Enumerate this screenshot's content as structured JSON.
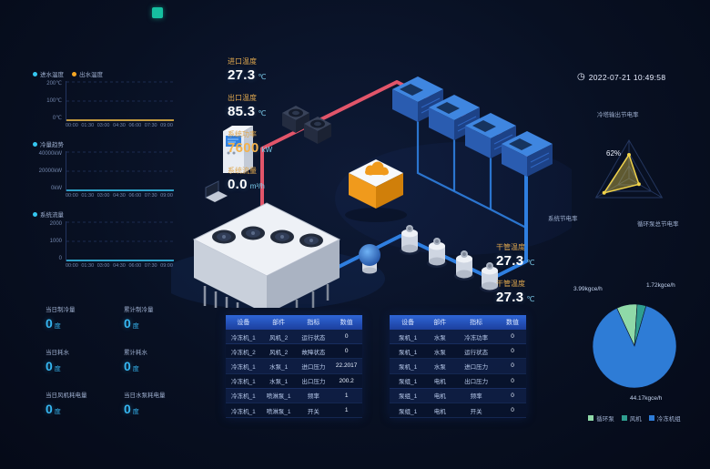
{
  "header": {
    "timestamp": "2022-07-21 10:49:58",
    "clock_icon": "◷"
  },
  "left_charts": [
    {
      "name": "water-temperature",
      "legend": [
        {
          "label": "进水温度",
          "color": "#35c7f0"
        },
        {
          "label": "出水温度",
          "color": "#f5a623"
        }
      ],
      "y_ticks": [
        "200℃",
        "100℃",
        "0℃"
      ],
      "x_ticks": [
        "00:00",
        "01:30",
        "03:00",
        "04:30",
        "06:00",
        "07:30",
        "09:00"
      ],
      "ylim": [
        0,
        200
      ],
      "series": [
        {
          "name": "进水温度",
          "color": "#35c7f0",
          "values": [
            0,
            0,
            0,
            0,
            0,
            0,
            0
          ]
        },
        {
          "name": "出水温度",
          "color": "#f5a623",
          "values": [
            0,
            0,
            0,
            0,
            0,
            0,
            0
          ]
        }
      ]
    },
    {
      "name": "cooling-capacity",
      "legend": [
        {
          "label": "冷量趋势",
          "color": "#35c7f0"
        }
      ],
      "y_ticks": [
        "40000kW",
        "20000kW",
        "0kW"
      ],
      "x_ticks": [
        "00:00",
        "01:30",
        "03:00",
        "04:30",
        "06:00",
        "07:30",
        "09:00"
      ],
      "ylim": [
        0,
        40000
      ],
      "series": [
        {
          "name": "冷量",
          "color": "#35c7f0",
          "values": [
            0,
            0,
            0,
            0,
            0,
            0,
            0
          ]
        }
      ]
    },
    {
      "name": "system-flow",
      "legend": [
        {
          "label": "系统流量",
          "color": "#35c7f0"
        }
      ],
      "y_ticks": [
        "2000",
        "1000",
        "0"
      ],
      "x_ticks": [
        "00:00",
        "01:30",
        "03:00",
        "04:30",
        "06:00",
        "07:30",
        "09:00"
      ],
      "ylim": [
        0,
        2000
      ],
      "series": [
        {
          "name": "系统流量",
          "color": "#35c7f0",
          "values": [
            0,
            0,
            0,
            0,
            0,
            0,
            0
          ]
        }
      ]
    }
  ],
  "metrics_left": [
    {
      "label": "进口温度",
      "value": "27.3",
      "unit": "℃",
      "color": "#ffffff"
    },
    {
      "label": "出口温度",
      "value": "85.3",
      "unit": "℃",
      "color": "#ffffff"
    },
    {
      "label": "系统功率",
      "value": "7600",
      "unit": "kW",
      "color": "#f5b24b"
    },
    {
      "label": "系统流量",
      "value": "0.0",
      "unit": "m³/h",
      "color": "#ffffff"
    }
  ],
  "metrics_right": [
    {
      "label": "干管温度",
      "value": "27.3",
      "unit": "℃",
      "color": "#ffffff"
    },
    {
      "label": "干管温度",
      "value": "27.3",
      "unit": "℃",
      "color": "#ffffff"
    }
  ],
  "counters": [
    {
      "label": "当日制冷量",
      "value": "0",
      "unit": "度"
    },
    {
      "label": "累计制冷量",
      "value": "0",
      "unit": "度"
    },
    {
      "label": "当日耗水",
      "value": "0",
      "unit": "度"
    },
    {
      "label": "累计耗水",
      "value": "0",
      "unit": "度"
    },
    {
      "label": "当日风机耗电量",
      "value": "0",
      "unit": "度"
    },
    {
      "label": "当日水泵耗电量",
      "value": "0",
      "unit": "度"
    }
  ],
  "radar": {
    "value_label": "62%",
    "max": 100,
    "color": "#f0d24a",
    "axes": [
      {
        "label": "冷塔输出节电率",
        "value": 62
      },
      {
        "label": "循环泵总节电率",
        "value": 30
      },
      {
        "label": "系统节电率",
        "value": 75
      }
    ]
  },
  "pie": {
    "slices": [
      {
        "label": "循环泵",
        "value_label": "3.99kgce/h",
        "value": 3.99,
        "color": "#8fd9a8"
      },
      {
        "label": "风机",
        "value_label": "1.72kgce/h",
        "value": 1.72,
        "color": "#2f9e8f"
      },
      {
        "label": "冷冻机组",
        "value_label": "44.17kgce/h",
        "value": 44.17,
        "color": "#2e7cd6"
      }
    ]
  },
  "tables": [
    {
      "headers": [
        "设备",
        "部件",
        "指标",
        "数值"
      ],
      "rows": [
        [
          "冷冻机_1",
          "风机_2",
          "运行状态",
          "0"
        ],
        [
          "冷冻机_2",
          "风机_2",
          "故障状态",
          "0"
        ],
        [
          "冷冻机_1",
          "水泵_1",
          "进口压力",
          "22.2017"
        ],
        [
          "冷冻机_1",
          "水泵_1",
          "出口压力",
          "200.2"
        ],
        [
          "冷冻机_1",
          "喷淋泵_1",
          "频率",
          "1"
        ],
        [
          "冷冻机_1",
          "喷淋泵_1",
          "开关",
          "1"
        ]
      ]
    },
    {
      "headers": [
        "设备",
        "部件",
        "指标",
        "数值"
      ],
      "rows": [
        [
          "泵机_1",
          "水泵",
          "冷冻功率",
          "0"
        ],
        [
          "泵机_1",
          "水泵",
          "运行状态",
          "0"
        ],
        [
          "泵机_1",
          "水泵",
          "进口压力",
          "0"
        ],
        [
          "泵组_1",
          "电机",
          "出口压力",
          "0"
        ],
        [
          "泵组_1",
          "电机",
          "频率",
          "0"
        ],
        [
          "泵组_1",
          "电机",
          "开关",
          "0"
        ]
      ]
    }
  ]
}
